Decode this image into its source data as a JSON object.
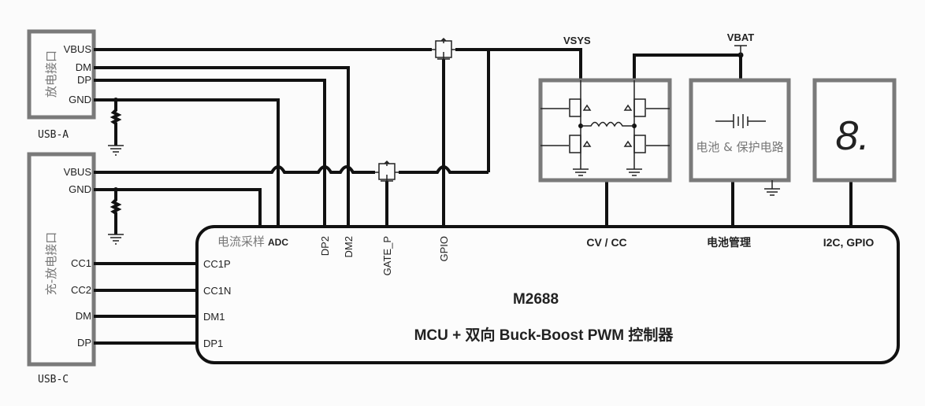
{
  "usb_a": {
    "name": "USB-A",
    "title": "放电接口",
    "pins": [
      "VBUS",
      "DM",
      "DP",
      "GND"
    ]
  },
  "usb_c": {
    "name": "USB-C",
    "title": "充-放电接口",
    "pins": [
      "VBUS",
      "GND",
      "CC1",
      "CC2",
      "DM",
      "DP"
    ]
  },
  "nets": {
    "vsys": "VSYS",
    "vbat": "VBAT"
  },
  "mcu": {
    "name": "M2688",
    "description": "MCU + 双向 Buck-Boost PWM 控制器",
    "adc_label_cn": "电流采样",
    "adc_label": "ADC",
    "top_pins": [
      "DP2",
      "DM2",
      "GATE_P",
      "GPIO"
    ],
    "left_pins": [
      "CC1P",
      "CC1N",
      "DM1",
      "DP1"
    ],
    "interfaces": [
      "CV / CC",
      "电池管理",
      "I2C, GPIO"
    ]
  },
  "battery_block": {
    "label": "电池 & 保护电路"
  },
  "display_block": {
    "digit": "8."
  }
}
